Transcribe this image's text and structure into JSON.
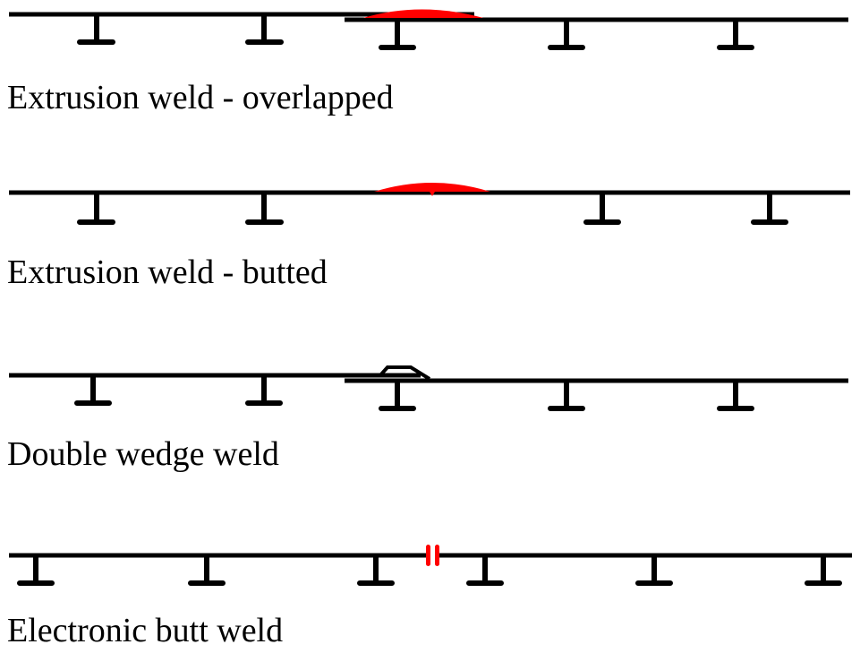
{
  "diagram": {
    "colors": {
      "sheet": "#000000",
      "weld": "#ff0000",
      "background": "#ffffff"
    },
    "panels": [
      {
        "id": "extrusion-overlapped",
        "caption": "Extrusion weld - overlapped"
      },
      {
        "id": "extrusion-butted",
        "caption": "Extrusion weld - butted"
      },
      {
        "id": "double-wedge",
        "caption": "Double wedge weld"
      },
      {
        "id": "electronic-butt",
        "caption": "Electronic butt weld"
      }
    ]
  }
}
